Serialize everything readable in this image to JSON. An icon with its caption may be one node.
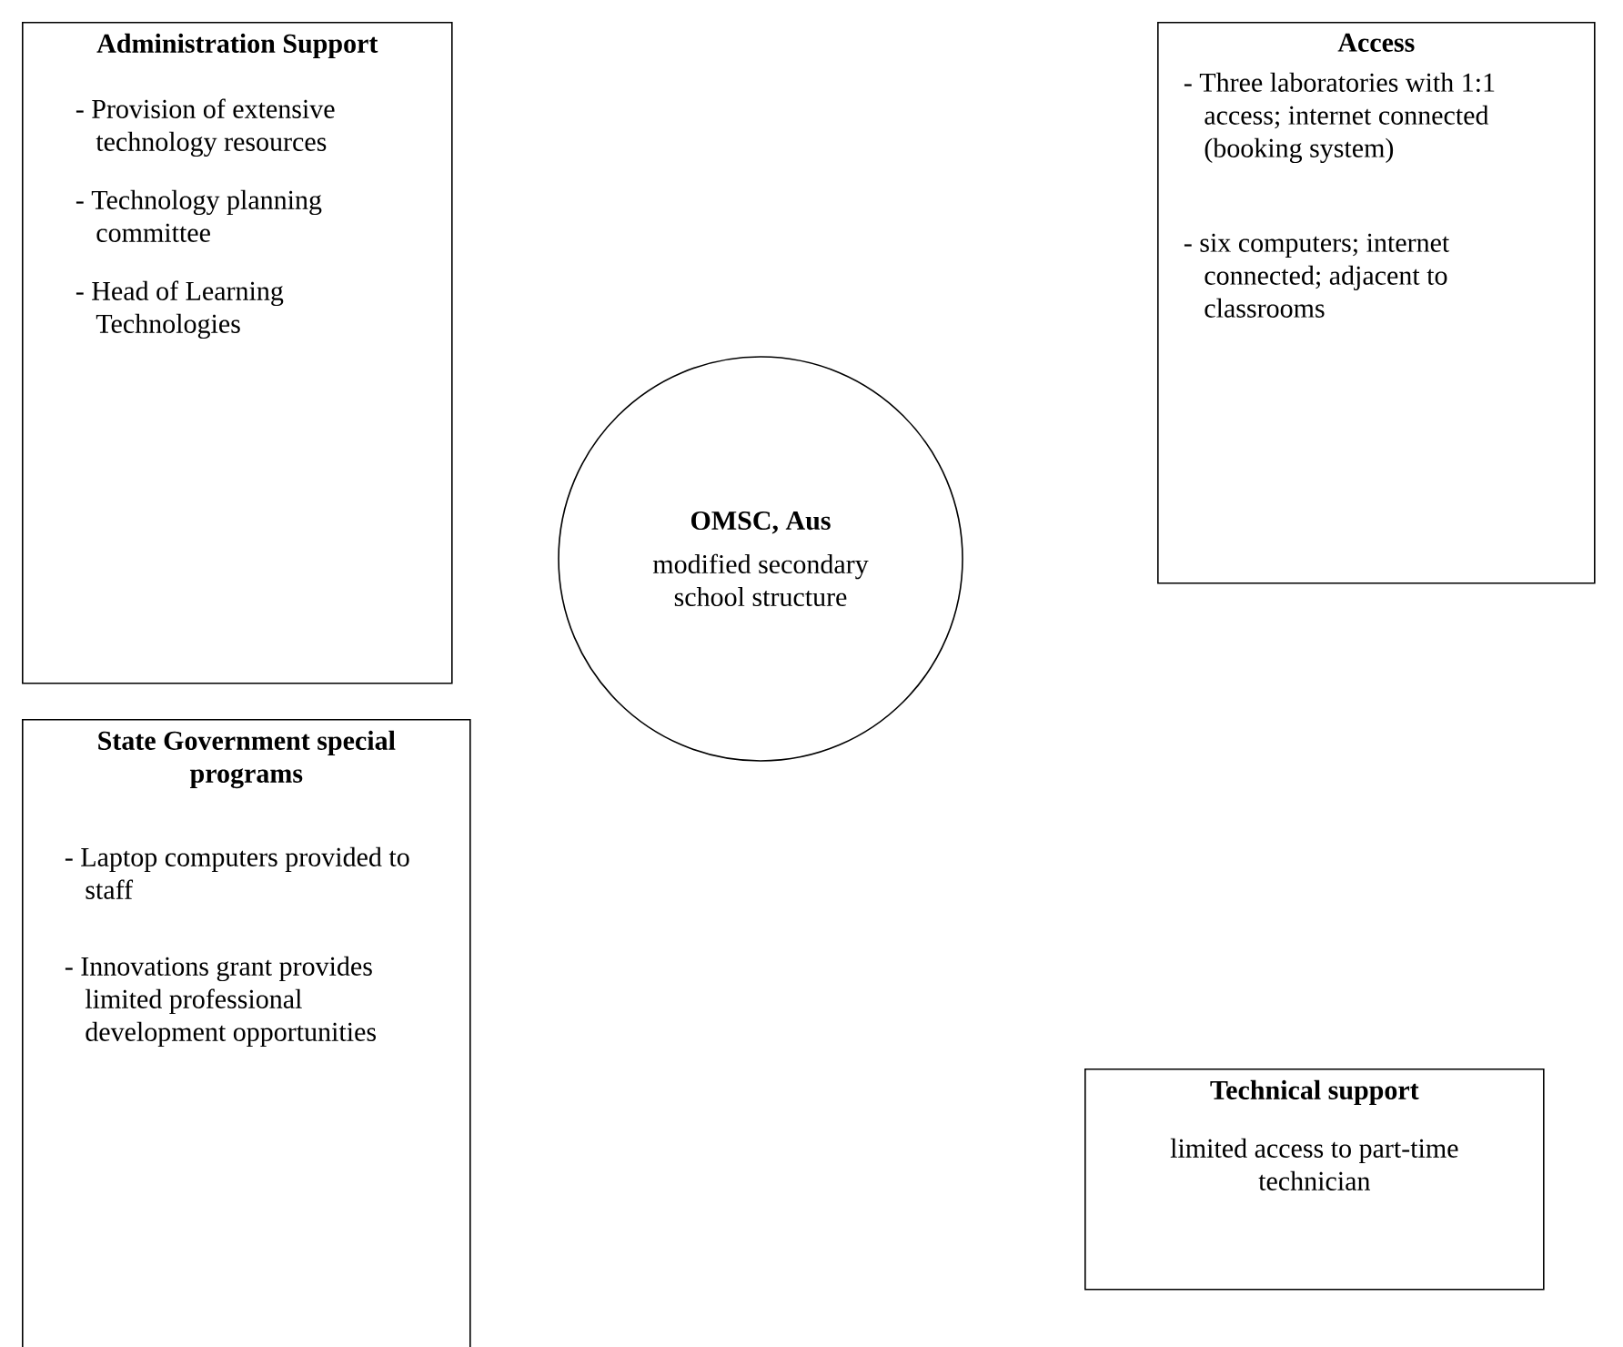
{
  "diagram": {
    "nodes": [
      {
        "text": [
          "Administration Support",
          "- Provision of extensive technology resources",
          "- Technology planning committee",
          "- Head of Learning Technologies"
        ]
      },
      {
        "text": [
          "Access",
          "- Three laboratories with 1:1 access; internet connected (booking system)",
          "- six computers; internet connected; adjacent to classrooms"
        ]
      },
      {
        "text": [
          "OMSC, Aus",
          "modified secondary school structure"
        ]
      },
      {
        "text": [
          "State Government special programs",
          "- Laptop computers provided to staff",
          "- Innovations grant provides limited professional development opportunities"
        ]
      },
      {
        "text": [
          "Technical support",
          "limited access to part-time technician"
        ]
      }
    ]
  }
}
